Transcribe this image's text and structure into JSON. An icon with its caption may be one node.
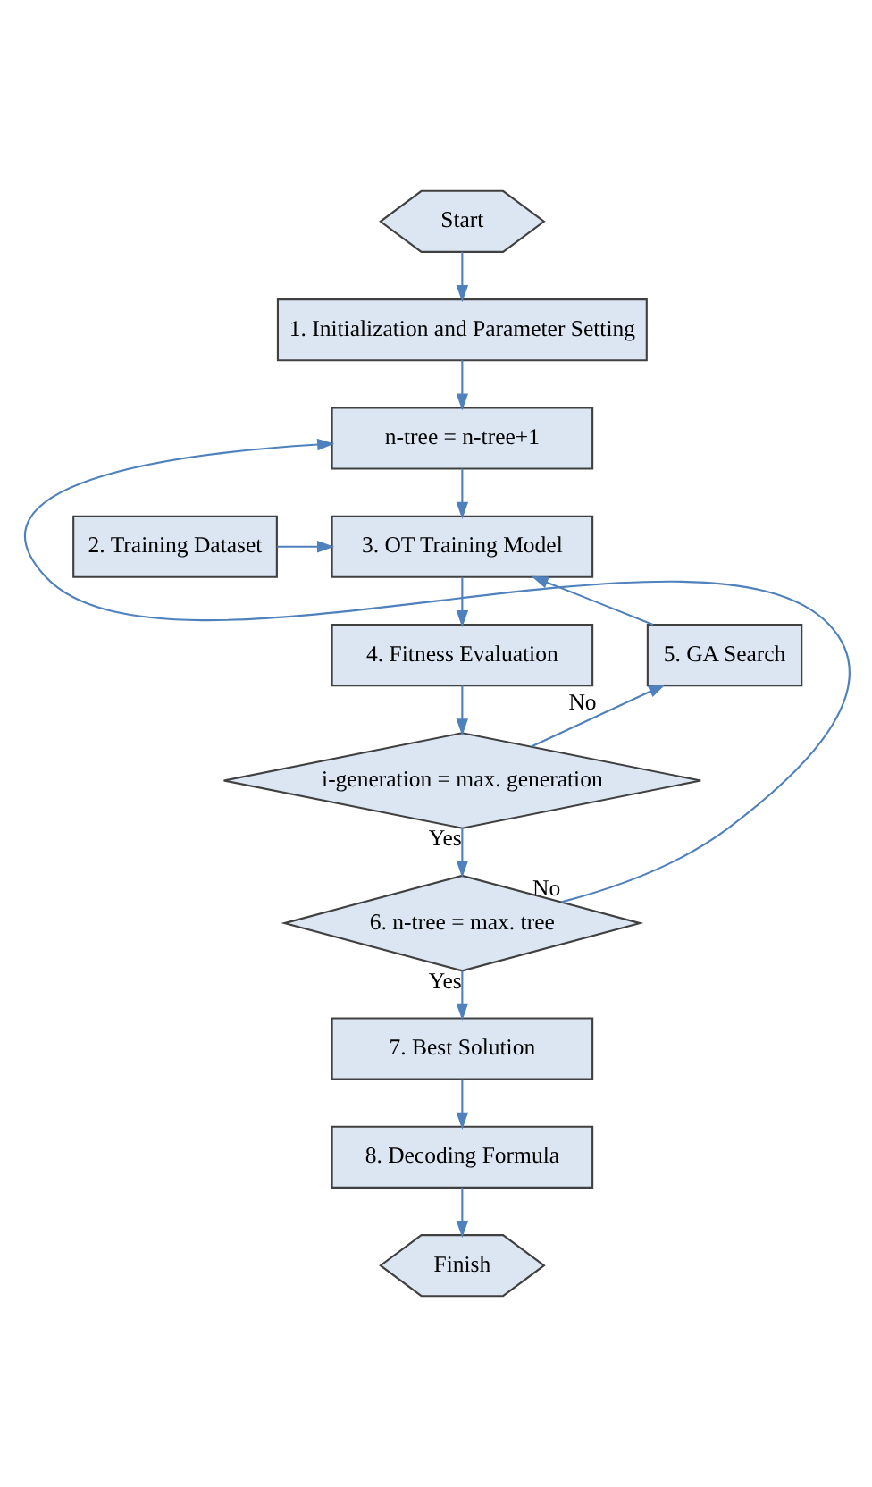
{
  "diagram": {
    "nodes": [
      {
        "text": [
          "Start"
        ]
      },
      {
        "text": [
          "1. Initialization and Parameter Setting"
        ]
      },
      {
        "text": [
          "n-tree = n-tree+1"
        ]
      },
      {
        "text": [
          "2. Training Dataset"
        ]
      },
      {
        "text": [
          "3. OT Training Model"
        ]
      },
      {
        "text": [
          "4. Fitness Evaluation"
        ]
      },
      {
        "text": [
          "5. GA Search"
        ]
      },
      {
        "text": [
          "i-generation = max. generation"
        ]
      },
      {
        "text": [
          "6. n-tree = max. tree"
        ]
      },
      {
        "text": [
          "7. Best Solution"
        ]
      },
      {
        "text": [
          "8. Decoding Formula"
        ]
      },
      {
        "text": [
          "Finish"
        ]
      }
    ],
    "edges": [
      {
        "from": 0,
        "to": 1,
        "arrow": "to"
      },
      {
        "from": 1,
        "to": 2,
        "arrow": "to"
      },
      {
        "from": 2,
        "to": 4,
        "arrow": "to"
      },
      {
        "from": 3,
        "to": 4,
        "arrow": "to"
      },
      {
        "from": 4,
        "to": 5,
        "arrow": "to"
      },
      {
        "from": 5,
        "to": 7,
        "arrow": "to"
      },
      {
        "from": 7,
        "to": 6,
        "arrow": "to",
        "label": "No"
      },
      {
        "from": 6,
        "to": 4,
        "arrow": "to"
      },
      {
        "from": 7,
        "to": 8,
        "arrow": "to",
        "label": "Yes"
      },
      {
        "from": 8,
        "to": 2,
        "arrow": "to",
        "label": "No"
      },
      {
        "from": 8,
        "to": 9,
        "arrow": "to",
        "label": "Yes"
      },
      {
        "from": 9,
        "to": 10,
        "arrow": "to"
      },
      {
        "from": 10,
        "to": 11,
        "arrow": "to"
      }
    ]
  }
}
